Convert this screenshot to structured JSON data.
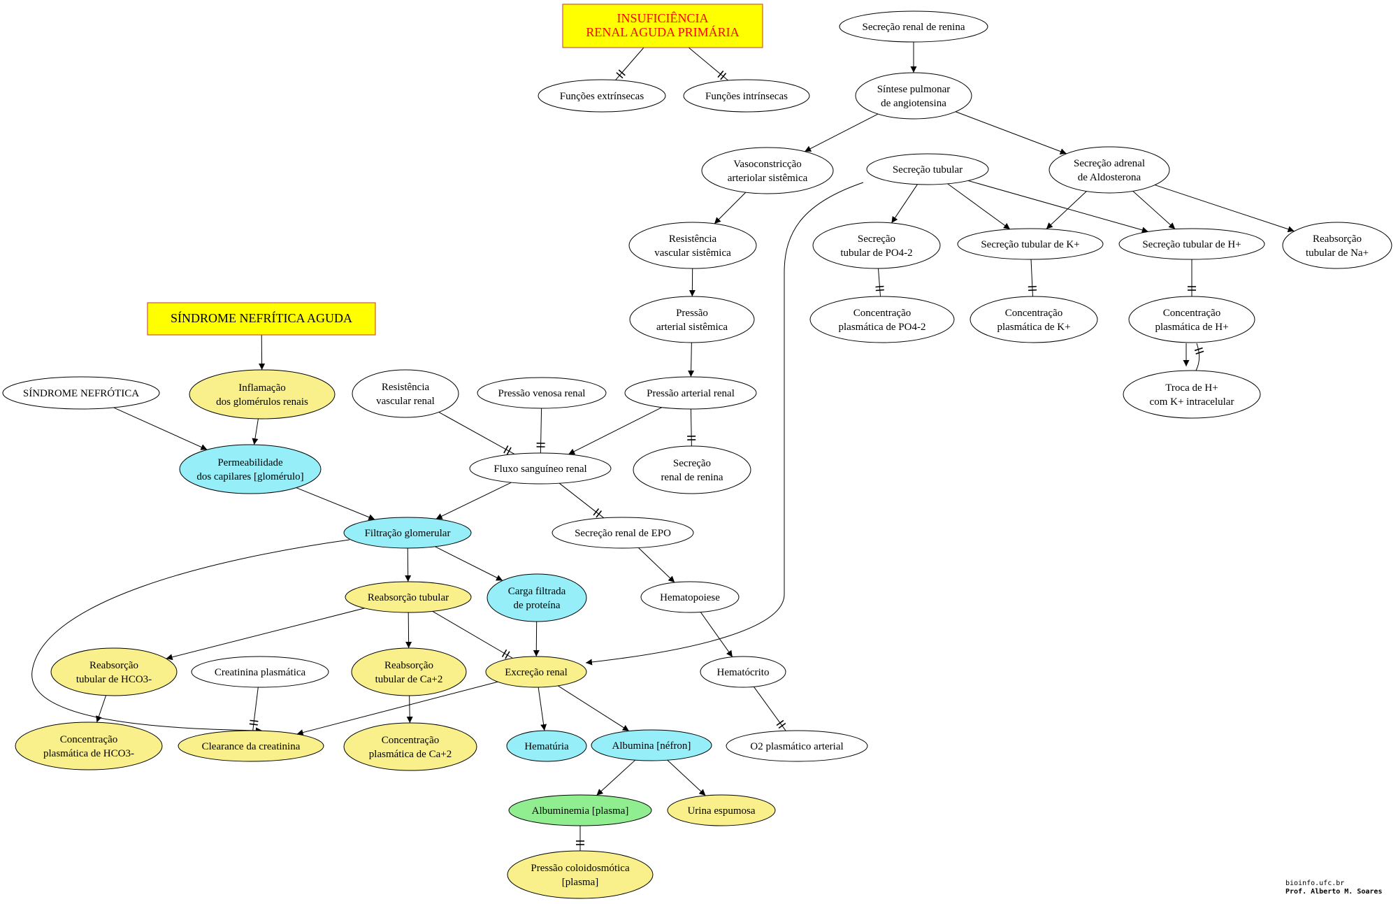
{
  "colors": {
    "white": "#ffffff",
    "yellow_node": "#f9f08c",
    "cyan_node": "#96eef8",
    "green_node": "#90ee90",
    "title_box_fill": "#ffff00",
    "title_box_border": "#c0392b",
    "title_red_text": "#ff0000"
  },
  "nodes": [
    {
      "id": "irap",
      "lines": [
        "INSUFICIÊNCIA",
        "RENAL AGUDA PRIMÁRIA"
      ],
      "fill": "#ffff00",
      "text_color": "#ff0000"
    },
    {
      "id": "func_ext",
      "lines": [
        "Funções extrínsecas"
      ],
      "fill": "#ffffff"
    },
    {
      "id": "func_int",
      "lines": [
        "Funções intrínsecas"
      ],
      "fill": "#ffffff"
    },
    {
      "id": "renina",
      "lines": [
        "Secreção renal de renina"
      ],
      "fill": "#ffffff"
    },
    {
      "id": "angiotensina",
      "lines": [
        "Síntese pulmonar",
        "de angiotensina"
      ],
      "fill": "#ffffff"
    },
    {
      "id": "vasoconstr",
      "lines": [
        "Vasoconstricção",
        "arteriolar sistêmica"
      ],
      "fill": "#ffffff"
    },
    {
      "id": "sec_tubular",
      "lines": [
        "Secreção tubular"
      ],
      "fill": "#ffffff"
    },
    {
      "id": "aldosterona",
      "lines": [
        "Secreção adrenal",
        "de Aldosterona"
      ],
      "fill": "#ffffff"
    },
    {
      "id": "resist_sist",
      "lines": [
        "Resistência",
        "vascular sistêmica"
      ],
      "fill": "#ffffff"
    },
    {
      "id": "sec_po4",
      "lines": [
        "Secreção",
        "tubular de PO4-2"
      ],
      "fill": "#ffffff"
    },
    {
      "id": "sec_k",
      "lines": [
        "Secreção tubular de K+"
      ],
      "fill": "#ffffff"
    },
    {
      "id": "sec_h",
      "lines": [
        "Secreção tubular de H+"
      ],
      "fill": "#ffffff"
    },
    {
      "id": "reab_na",
      "lines": [
        "Reabsorção",
        "tubular de Na+"
      ],
      "fill": "#ffffff"
    },
    {
      "id": "pa_sist",
      "lines": [
        "Pressão",
        "arterial sistêmica"
      ],
      "fill": "#ffffff"
    },
    {
      "id": "conc_po4",
      "lines": [
        "Concentração",
        "plasmática de PO4-2"
      ],
      "fill": "#ffffff"
    },
    {
      "id": "conc_k",
      "lines": [
        "Concentração",
        "plasmática de K+"
      ],
      "fill": "#ffffff"
    },
    {
      "id": "conc_h",
      "lines": [
        "Concentração",
        "plasmática de H+"
      ],
      "fill": "#ffffff"
    },
    {
      "id": "troca",
      "lines": [
        "Troca de H+",
        "com K+ intracelular"
      ],
      "fill": "#ffffff"
    },
    {
      "id": "snfa",
      "lines": [
        "SÍNDROME NEFRÍTICA AGUDA"
      ],
      "fill": "#ffff00",
      "text_color": "#000000"
    },
    {
      "id": "snfo",
      "lines": [
        "SÍNDROME NEFRÓTICA"
      ],
      "fill": "#ffffff"
    },
    {
      "id": "inflam",
      "lines": [
        "Inflamação",
        "dos glomérulos renais"
      ],
      "fill": "#f9f08c"
    },
    {
      "id": "resist_ren",
      "lines": [
        "Resistência",
        "vascular renal"
      ],
      "fill": "#ffffff"
    },
    {
      "id": "p_venosa",
      "lines": [
        "Pressão venosa renal"
      ],
      "fill": "#ffffff"
    },
    {
      "id": "p_art_ren",
      "lines": [
        "Pressão arterial renal"
      ],
      "fill": "#ffffff"
    },
    {
      "id": "permeab",
      "lines": [
        "Permeabilidade",
        "dos capilares [glomérulo]"
      ],
      "fill": "#96eef8"
    },
    {
      "id": "fluxo",
      "lines": [
        "Fluxo sanguíneo renal"
      ],
      "fill": "#ffffff"
    },
    {
      "id": "sec_renina2",
      "lines": [
        "Secreção",
        "renal  de renina"
      ],
      "fill": "#ffffff"
    },
    {
      "id": "filtracao",
      "lines": [
        "Filtração glomerular"
      ],
      "fill": "#96eef8"
    },
    {
      "id": "epo",
      "lines": [
        "Secreção renal de EPO"
      ],
      "fill": "#ffffff"
    },
    {
      "id": "reab_tub",
      "lines": [
        "Reabsorção tubular"
      ],
      "fill": "#f9f08c"
    },
    {
      "id": "carga",
      "lines": [
        "Carga filtrada",
        "de proteína"
      ],
      "fill": "#96eef8"
    },
    {
      "id": "hematopoiese",
      "lines": [
        "Hematopoiese"
      ],
      "fill": "#ffffff"
    },
    {
      "id": "reab_hco3",
      "lines": [
        "Reabsorção",
        "tubular de HCO3-"
      ],
      "fill": "#f9f08c"
    },
    {
      "id": "creat",
      "lines": [
        "Creatinina plasmática"
      ],
      "fill": "#ffffff"
    },
    {
      "id": "reab_ca",
      "lines": [
        "Reabsorção",
        "tubular de Ca+2"
      ],
      "fill": "#f9f08c"
    },
    {
      "id": "excrecao",
      "lines": [
        "Excreção renal"
      ],
      "fill": "#f9f08c"
    },
    {
      "id": "hematocrito",
      "lines": [
        "Hematócrito"
      ],
      "fill": "#ffffff"
    },
    {
      "id": "conc_hco3",
      "lines": [
        "Concentração",
        "plasmática de HCO3-"
      ],
      "fill": "#f9f08c"
    },
    {
      "id": "clearance",
      "lines": [
        "Clearance da creatinina"
      ],
      "fill": "#f9f08c"
    },
    {
      "id": "conc_ca",
      "lines": [
        "Concentração",
        "plasmática de Ca+2"
      ],
      "fill": "#f9f08c"
    },
    {
      "id": "hematuria",
      "lines": [
        "Hematúria"
      ],
      "fill": "#96eef8"
    },
    {
      "id": "albumina",
      "lines": [
        "Albumina [néfron]"
      ],
      "fill": "#96eef8"
    },
    {
      "id": "o2",
      "lines": [
        "O2 plasmático arterial"
      ],
      "fill": "#ffffff"
    },
    {
      "id": "albuminemia",
      "lines": [
        "Albuminemia [plasma]"
      ],
      "fill": "#90ee90"
    },
    {
      "id": "urina",
      "lines": [
        "Urina espumosa"
      ],
      "fill": "#f9f08c"
    },
    {
      "id": "coloid",
      "lines": [
        "Pressão coloidosmótica",
        "[plasma]"
      ],
      "fill": "#f9f08c"
    }
  ],
  "edges": [
    {
      "from": "irap",
      "to": "func_ext",
      "type": "tick2"
    },
    {
      "from": "irap",
      "to": "func_int",
      "type": "tick2"
    },
    {
      "from": "renina",
      "to": "angiotensina",
      "type": "arrow"
    },
    {
      "from": "angiotensina",
      "to": "vasoconstr",
      "type": "arrow"
    },
    {
      "from": "angiotensina",
      "to": "aldosterona",
      "type": "arrow"
    },
    {
      "from": "vasoconstr",
      "to": "resist_sist",
      "type": "arrow"
    },
    {
      "from": "resist_sist",
      "to": "pa_sist",
      "type": "arrow"
    },
    {
      "from": "pa_sist",
      "to": "p_art_ren",
      "type": "arrow"
    },
    {
      "from": "sec_tubular",
      "to": "sec_po4",
      "type": "arrow"
    },
    {
      "from": "sec_tubular",
      "to": "sec_k",
      "type": "arrow"
    },
    {
      "from": "sec_tubular",
      "to": "sec_h",
      "type": "arrow"
    },
    {
      "from": "sec_tubular",
      "to": "excrecao",
      "type": "arrow"
    },
    {
      "from": "aldosterona",
      "to": "sec_k",
      "type": "arrow"
    },
    {
      "from": "aldosterona",
      "to": "sec_h",
      "type": "arrow"
    },
    {
      "from": "aldosterona",
      "to": "reab_na",
      "type": "arrow"
    },
    {
      "from": "sec_po4",
      "to": "conc_po4",
      "type": "tick2"
    },
    {
      "from": "sec_k",
      "to": "conc_k",
      "type": "tick2"
    },
    {
      "from": "sec_h",
      "to": "conc_h",
      "type": "tick2"
    },
    {
      "from": "conc_h",
      "to": "troca",
      "type": "arrow"
    },
    {
      "from": "troca",
      "to": "conc_h",
      "type": "tick2"
    },
    {
      "from": "snfa",
      "to": "inflam",
      "type": "arrow"
    },
    {
      "from": "inflam",
      "to": "permeab",
      "type": "arrow"
    },
    {
      "from": "snfo",
      "to": "permeab",
      "type": "arrow"
    },
    {
      "from": "resist_ren",
      "to": "fluxo",
      "type": "tick2"
    },
    {
      "from": "p_venosa",
      "to": "fluxo",
      "type": "tick2"
    },
    {
      "from": "p_art_ren",
      "to": "fluxo",
      "type": "arrow"
    },
    {
      "from": "p_art_ren",
      "to": "sec_renina2",
      "type": "tick2"
    },
    {
      "from": "permeab",
      "to": "filtracao",
      "type": "arrow"
    },
    {
      "from": "fluxo",
      "to": "filtracao",
      "type": "arrow"
    },
    {
      "from": "fluxo",
      "to": "epo",
      "type": "tick2"
    },
    {
      "from": "epo",
      "to": "hematopoiese",
      "type": "arrow"
    },
    {
      "from": "hematopoiese",
      "to": "hematocrito",
      "type": "arrow"
    },
    {
      "from": "hematocrito",
      "to": "o2",
      "type": "tick2"
    },
    {
      "from": "filtracao",
      "to": "reab_tub",
      "type": "arrow"
    },
    {
      "from": "filtracao",
      "to": "carga",
      "type": "arrow"
    },
    {
      "from": "filtracao",
      "to": "clearance",
      "type": "arrow"
    },
    {
      "from": "reab_tub",
      "to": "reab_hco3",
      "type": "arrow"
    },
    {
      "from": "reab_tub",
      "to": "reab_ca",
      "type": "arrow"
    },
    {
      "from": "reab_tub",
      "to": "excrecao",
      "type": "tick2"
    },
    {
      "from": "carga",
      "to": "excrecao",
      "type": "arrow"
    },
    {
      "from": "reab_hco3",
      "to": "conc_hco3",
      "type": "arrow"
    },
    {
      "from": "creat",
      "to": "clearance",
      "type": "tick2"
    },
    {
      "from": "reab_ca",
      "to": "conc_ca",
      "type": "arrow"
    },
    {
      "from": "excrecao",
      "to": "clearance",
      "type": "arrow"
    },
    {
      "from": "excrecao",
      "to": "hematuria",
      "type": "arrow"
    },
    {
      "from": "excrecao",
      "to": "albumina",
      "type": "arrow"
    },
    {
      "from": "albumina",
      "to": "albuminemia",
      "type": "arrow"
    },
    {
      "from": "albumina",
      "to": "urina",
      "type": "arrow"
    },
    {
      "from": "albuminemia",
      "to": "coloid",
      "type": "tick2"
    }
  ],
  "credit": {
    "site": "bioinfo.ufc.br",
    "author": "Prof. Alberto M. Soares"
  }
}
